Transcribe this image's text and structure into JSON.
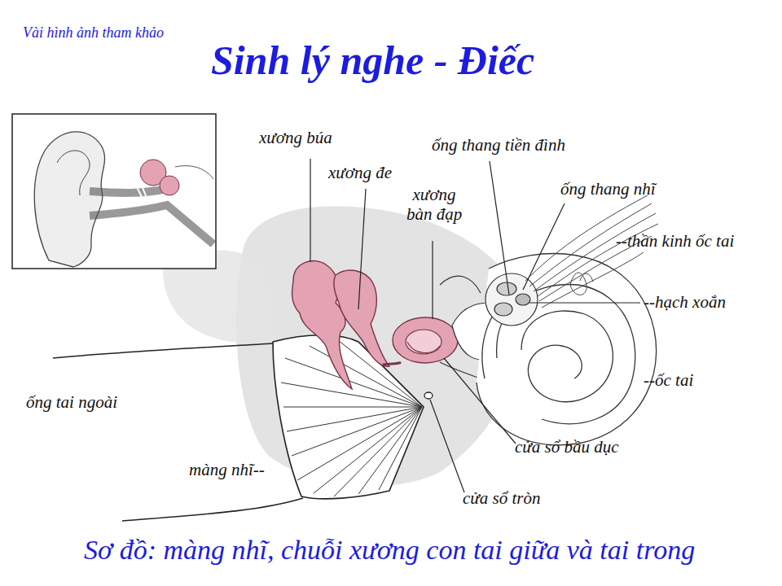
{
  "diagram": {
    "title": "Sinh lý nghe - Điếc",
    "caption": "Sơ đồ: màng nhĩ, chuỗi xương con tai giữa và tai trong",
    "labels": [
      "Vài hình ảnh tham khảo",
      "xương búa",
      "xương đe",
      "xương bàn đạp",
      "ống thang tiền đình",
      "ống thang nhĩ",
      "--thần kinh ốc tai",
      "--hạch xoắn",
      "--ốc tai",
      "ống tai ngoài",
      "cửa sổ bầu dục",
      "màng nhĩ--",
      "cửa sổ tròn"
    ]
  }
}
